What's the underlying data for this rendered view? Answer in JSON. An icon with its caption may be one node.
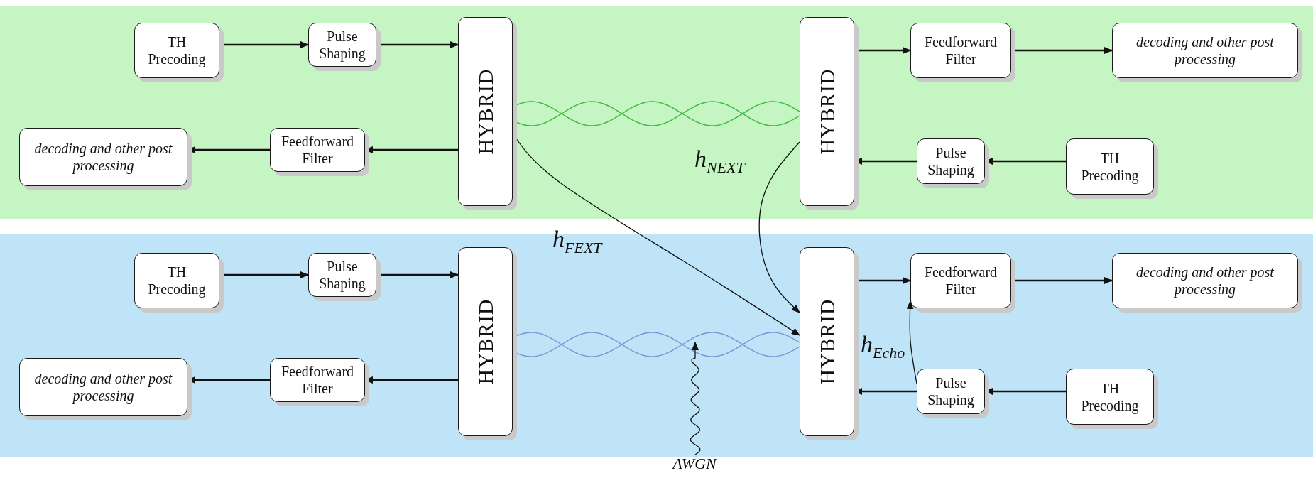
{
  "diagram": {
    "nodes": [
      {
        "text": [],
        "shape": "band"
      },
      {
        "text": [
          "TH Precoding"
        ],
        "in": 0
      },
      {
        "text": [
          "Pulse Shaping"
        ],
        "in": 0
      },
      {
        "text": [
          "HYBRID"
        ],
        "in": 0
      },
      {
        "text": [
          "HYBRID"
        ],
        "in": 0
      },
      {
        "text": [
          "Feedforward Filter"
        ],
        "in": 0
      },
      {
        "text": [
          "decoding and other post processing"
        ],
        "in": 0
      },
      {
        "text": [
          "decoding and other post processing"
        ],
        "in": 0
      },
      {
        "text": [
          "Feedforward Filter"
        ],
        "in": 0
      },
      {
        "text": [
          "Pulse Shaping"
        ],
        "in": 0
      },
      {
        "text": [
          "TH Precoding"
        ],
        "in": 0
      },
      {
        "text": [],
        "shape": "band"
      },
      {
        "text": [
          "TH Precoding"
        ],
        "in": 11
      },
      {
        "text": [
          "Pulse Shaping"
        ],
        "in": 11
      },
      {
        "text": [
          "HYBRID"
        ],
        "in": 11
      },
      {
        "text": [
          "HYBRID"
        ],
        "in": 11
      },
      {
        "text": [
          "Feedforward Filter"
        ],
        "in": 11
      },
      {
        "text": [
          "decoding and other post processing"
        ],
        "in": 11
      },
      {
        "text": [
          "decoding and other post processing"
        ],
        "in": 11
      },
      {
        "text": [
          "Feedforward Filter"
        ],
        "in": 11
      },
      {
        "text": [
          "Pulse Shaping"
        ],
        "in": 11
      },
      {
        "text": [
          "TH Precoding"
        ],
        "in": 11
      },
      {
        "text": [
          "AWGN"
        ]
      }
    ],
    "edges": [
      {
        "from": 1,
        "to": 2,
        "arrow": "to"
      },
      {
        "from": 2,
        "to": 3,
        "arrow": "to"
      },
      {
        "from": 3,
        "to": 8,
        "arrow": "to"
      },
      {
        "from": 8,
        "to": 7,
        "arrow": "to"
      },
      {
        "from": 4,
        "to": 5,
        "arrow": "to"
      },
      {
        "from": 5,
        "to": 6,
        "arrow": "to"
      },
      {
        "from": 10,
        "to": 9,
        "arrow": "to"
      },
      {
        "from": 9,
        "to": 4,
        "arrow": "to"
      },
      {
        "from": 3,
        "to": 4,
        "arrow": "none",
        "color": "#3fb53f"
      },
      {
        "from": 12,
        "to": 13,
        "arrow": "to"
      },
      {
        "from": 13,
        "to": 14,
        "arrow": "to"
      },
      {
        "from": 14,
        "to": 19,
        "arrow": "to"
      },
      {
        "from": 19,
        "to": 18,
        "arrow": "to"
      },
      {
        "from": 15,
        "to": 16,
        "arrow": "to"
      },
      {
        "from": 16,
        "to": 17,
        "arrow": "to"
      },
      {
        "from": 21,
        "to": 20,
        "arrow": "to"
      },
      {
        "from": 20,
        "to": 15,
        "arrow": "to"
      },
      {
        "from": 14,
        "to": 15,
        "arrow": "none",
        "color": "#7f90d6"
      },
      {
        "from": 3,
        "to": 15,
        "label": "h$_{FEXT}$",
        "arrow": "to"
      },
      {
        "from": 4,
        "to": 15,
        "label": "h$_{NEXT}$",
        "arrow": "to"
      },
      {
        "from": 20,
        "to": 16,
        "label": "h$_{Echo}$",
        "arrow": "to"
      },
      {
        "from": 22,
        "to": null,
        "arrow": "to"
      }
    ]
  }
}
